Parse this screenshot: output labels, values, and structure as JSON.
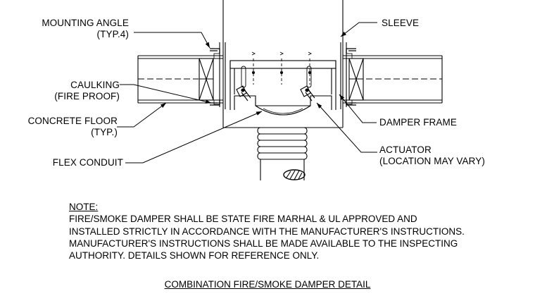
{
  "labels": {
    "mounting_angle": [
      "MOUNTING ANGLE",
      "(TYP.4)"
    ],
    "caulking": [
      "CAULKING",
      "(FIRE PROOF)"
    ],
    "concrete_floor": [
      "CONCRETE FLOOR",
      "(TYP.)"
    ],
    "flex_conduit": "FLEX CONDUIT",
    "sleeve": "SLEEVE",
    "damper_frame": "DAMPER FRAME",
    "actuator": [
      "ACTUATOR",
      "(LOCATION MAY VARY)"
    ]
  },
  "note": {
    "heading": "NOTE:",
    "lines": [
      "FIRE/SMOKE DAMPER SHALL BE STATE FIRE MARHAL & UL APPROVED AND",
      "INSTALLED STRICTLY IN ACCORDANCE WITH THE MANUFACTURER'S INSTRUCTIONS.",
      "MANUFACTURER'S INSTRUCTIONS SHALL BE MADE AVAILABLE TO THE INSPECTING",
      "AUTHORITY. DETAILS SHOWN FOR REFERENCE ONLY."
    ]
  },
  "title": "COMBINATION FIRE/SMOKE DAMPER DETAIL"
}
